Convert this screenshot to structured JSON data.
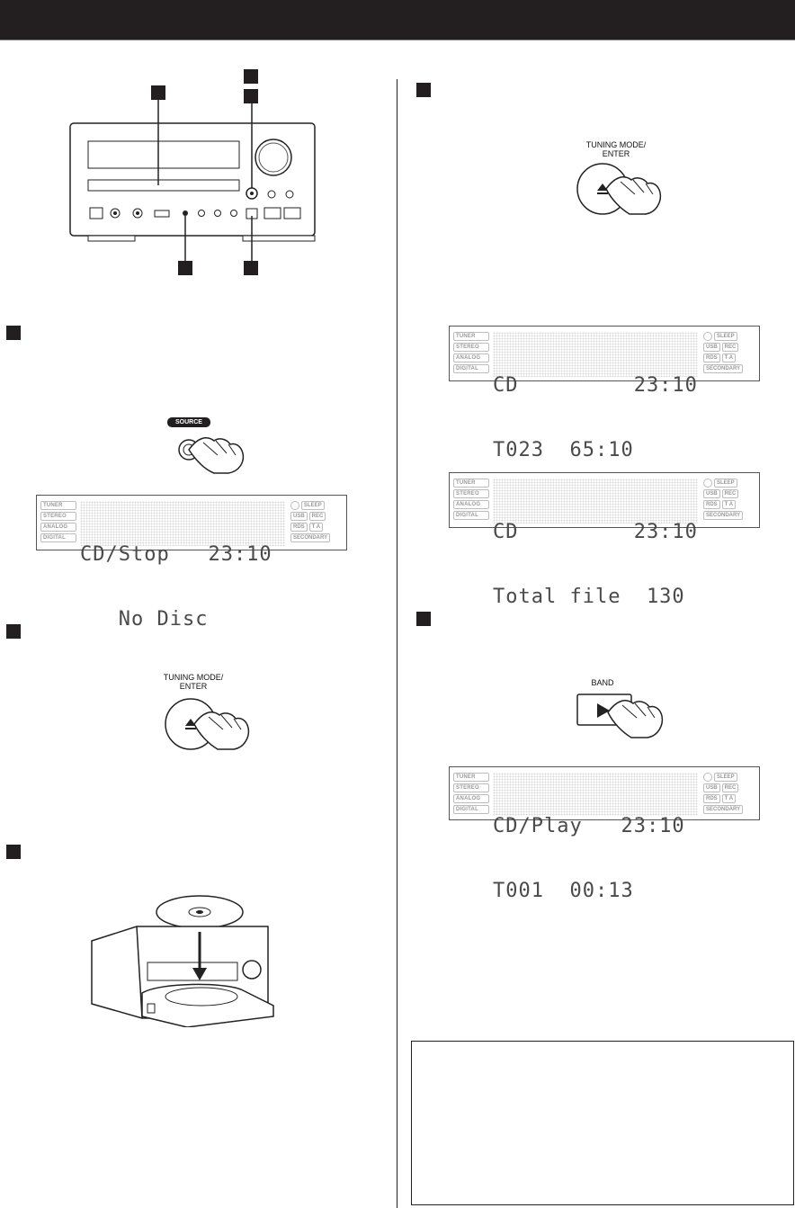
{
  "buttons": {
    "source_label": "SOURCE",
    "tuning_label_line1": "TUNING MODE/",
    "tuning_label_line2": "ENTER",
    "band_label": "BAND"
  },
  "lcd_indicators": {
    "left": [
      "TUNER",
      "STEREO",
      "ANALOG",
      "DIGITAL"
    ],
    "right_rows": [
      [
        "",
        "SLEEP"
      ],
      [
        "USB",
        "REC"
      ],
      [
        "RDS",
        "T A"
      ],
      [
        "SECONDARY"
      ]
    ]
  },
  "displays": {
    "stop": {
      "line1": "CD/Stop   23:10",
      "line2": "   No Disc"
    },
    "track": {
      "line1": "CD         23:10",
      "line2": "T023  65:10"
    },
    "total": {
      "line1": "CD         23:10",
      "line2": "Total file  130"
    },
    "play": {
      "line1": "CD/Play   23:10",
      "line2": "T001  00:13"
    }
  },
  "colors": {
    "header": "#231f20",
    "lcd_text": "#4a4a4a"
  }
}
